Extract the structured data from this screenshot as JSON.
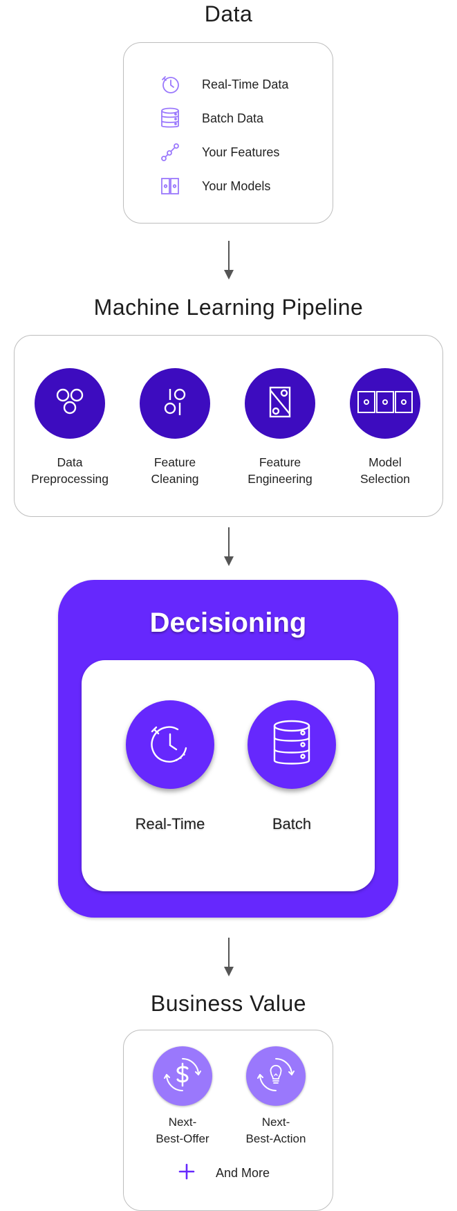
{
  "colors": {
    "accent": "#6628fd",
    "pipeline": "#3d0cbf",
    "light_accent": "#9a78fc",
    "arrow": "#555555"
  },
  "data_section": {
    "title": "Data",
    "items": [
      {
        "label": "Real-Time Data",
        "icon": "stopwatch-icon"
      },
      {
        "label": "Batch Data",
        "icon": "database-icon"
      },
      {
        "label": "Your Features",
        "icon": "connected-nodes-icon"
      },
      {
        "label": "Your Models",
        "icon": "model-panels-icon"
      }
    ]
  },
  "pipeline_section": {
    "title": "Machine Learning Pipeline",
    "items": [
      {
        "line1": "Data",
        "line2": "Preprocessing",
        "icon": "three-circles-icon"
      },
      {
        "line1": "Feature",
        "line2": "Cleaning",
        "icon": "sliders-icon"
      },
      {
        "line1": "Feature",
        "line2": "Engineering",
        "icon": "framed-diagonal-icon"
      },
      {
        "line1": "Model",
        "line2": "Selection",
        "icon": "three-panels-icon"
      }
    ]
  },
  "decisioning_section": {
    "title": "Decisioning",
    "items": [
      {
        "label": "Real-Time",
        "icon": "stopwatch-icon"
      },
      {
        "label": "Batch",
        "icon": "database-icon"
      }
    ]
  },
  "business_section": {
    "title": "Business Value",
    "items": [
      {
        "line1": "Next-",
        "line2": "Best-Offer",
        "icon": "dollar-cycle-icon"
      },
      {
        "line1": "Next-",
        "line2": "Best-Action",
        "icon": "lightbulb-cycle-icon"
      }
    ],
    "more": {
      "label": "And More",
      "icon": "plus-icon"
    }
  }
}
